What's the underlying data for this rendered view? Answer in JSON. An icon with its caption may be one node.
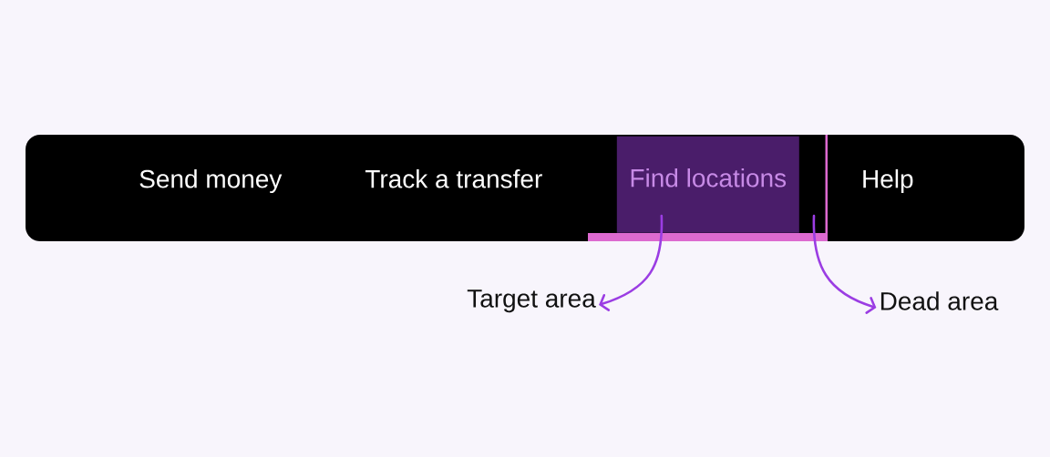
{
  "diagram": {
    "nodes": [
      {
        "text": [],
        "shape": "bar"
      },
      {
        "text": [
          "Send money"
        ],
        "in": 0
      },
      {
        "text": [
          "Track a transfer"
        ],
        "in": 0
      },
      {
        "text": [
          "Find locations"
        ],
        "in": 0
      },
      {
        "text": [
          "Help"
        ],
        "in": 0
      },
      {
        "text": [
          "Target area"
        ]
      },
      {
        "text": [
          "Dead area"
        ]
      }
    ],
    "edges": [
      {
        "from": 3,
        "to": 5,
        "arrow": "to"
      },
      {
        "from": null,
        "to": 6,
        "arrow": "to"
      }
    ]
  }
}
